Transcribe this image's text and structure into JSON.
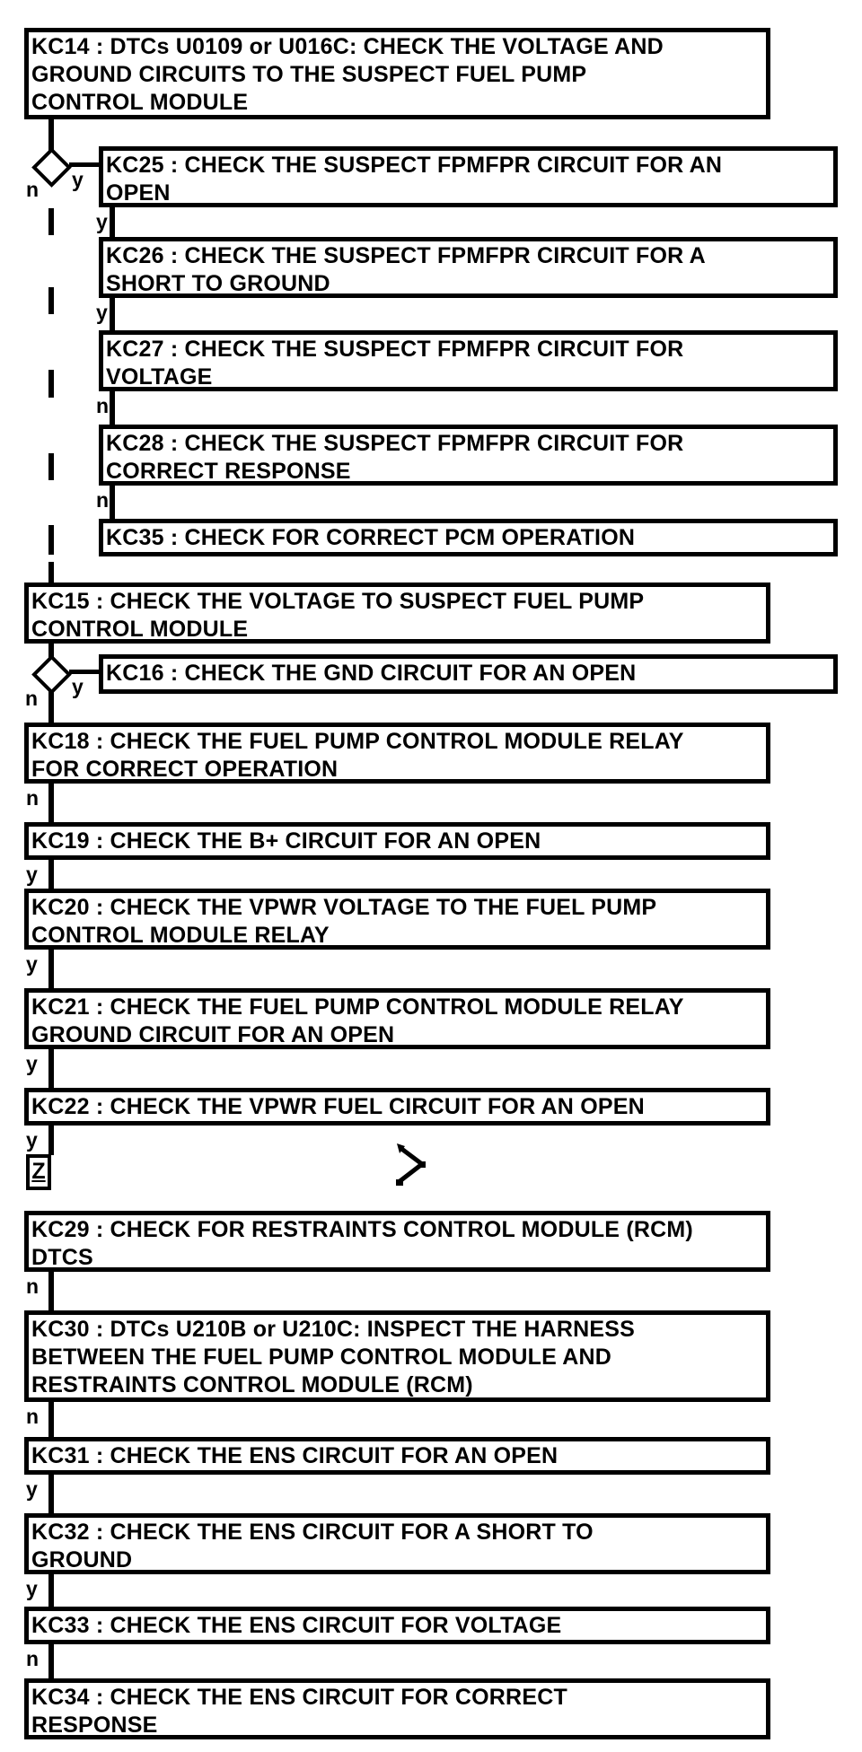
{
  "labels": {
    "yes": "y",
    "no": "n"
  },
  "off_page_connector": {
    "label": "Z"
  },
  "colors": {
    "line": "#000000",
    "box_fill": "#ffffff",
    "text": "#000000",
    "background": "#ffffff"
  },
  "nodes": {
    "kc14": {
      "lines": [
        "KC14 : DTCs U0109 or U016C: CHECK THE VOLTAGE AND",
        "GROUND CIRCUITS TO THE SUSPECT FUEL PUMP",
        "CONTROL MODULE"
      ]
    },
    "kc25": {
      "lines": [
        "KC25 : CHECK THE SUSPECT FPMFPR CIRCUIT FOR AN",
        "OPEN"
      ]
    },
    "kc26": {
      "lines": [
        "KC26 : CHECK THE SUSPECT FPMFPR CIRCUIT FOR A",
        "SHORT TO GROUND"
      ]
    },
    "kc27": {
      "lines": [
        "KC27 : CHECK THE SUSPECT FPMFPR CIRCUIT FOR",
        "VOLTAGE"
      ]
    },
    "kc28": {
      "lines": [
        "KC28 : CHECK THE SUSPECT FPMFPR CIRCUIT FOR",
        "CORRECT RESPONSE"
      ]
    },
    "kc35": {
      "lines": [
        "KC35 : CHECK FOR CORRECT PCM OPERATION"
      ]
    },
    "kc15": {
      "lines": [
        "KC15 : CHECK THE VOLTAGE TO SUSPECT FUEL PUMP",
        "CONTROL MODULE"
      ]
    },
    "kc16": {
      "lines": [
        "KC16 : CHECK THE GND CIRCUIT FOR AN OPEN"
      ]
    },
    "kc18": {
      "lines": [
        "KC18 : CHECK THE FUEL PUMP CONTROL MODULE RELAY",
        "FOR CORRECT OPERATION"
      ]
    },
    "kc19": {
      "lines": [
        "KC19 : CHECK THE B+ CIRCUIT FOR AN OPEN"
      ]
    },
    "kc20": {
      "lines": [
        "KC20 : CHECK THE VPWR VOLTAGE TO THE FUEL PUMP",
        "CONTROL MODULE RELAY"
      ]
    },
    "kc21": {
      "lines": [
        "KC21 : CHECK THE FUEL PUMP CONTROL MODULE RELAY",
        "GROUND CIRCUIT FOR AN OPEN"
      ]
    },
    "kc22": {
      "lines": [
        "KC22 : CHECK THE VPWR FUEL CIRCUIT FOR AN OPEN"
      ]
    },
    "kc29": {
      "lines": [
        "KC29 : CHECK FOR RESTRAINTS CONTROL MODULE (RCM)",
        "DTCS"
      ]
    },
    "kc30": {
      "lines": [
        "KC30 : DTCs U210B or U210C: INSPECT THE HARNESS",
        "BETWEEN THE FUEL PUMP CONTROL MODULE AND",
        "RESTRAINTS CONTROL MODULE (RCM)"
      ]
    },
    "kc31": {
      "lines": [
        "KC31 : CHECK THE ENS CIRCUIT FOR AN OPEN"
      ]
    },
    "kc32": {
      "lines": [
        "KC32 : CHECK THE ENS CIRCUIT FOR A SHORT TO",
        "GROUND"
      ]
    },
    "kc33": {
      "lines": [
        "KC33 : CHECK THE ENS CIRCUIT FOR VOLTAGE"
      ]
    },
    "kc34": {
      "lines": [
        "KC34 : CHECK THE ENS CIRCUIT FOR CORRECT",
        "RESPONSE"
      ]
    }
  }
}
